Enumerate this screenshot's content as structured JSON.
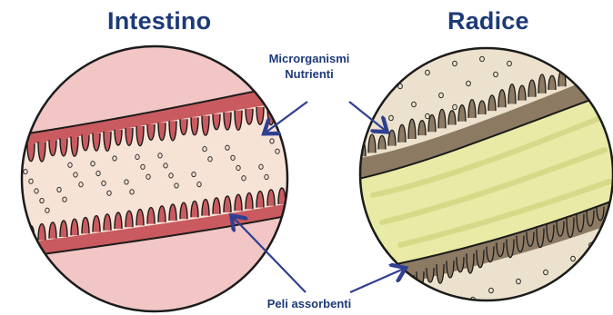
{
  "titles": {
    "left": "Intestino",
    "right": "Radice"
  },
  "labels": {
    "microrganismi": "Microrganismi",
    "nutrienti": "Nutrienti",
    "peli": "Peli assorbenti"
  },
  "colors": {
    "title": "#1d3a78",
    "arrow": "#2f3f92",
    "intestine_outer": "#f1c6c4",
    "intestine_band": "#c95a5f",
    "intestine_lumen": "#f7e2d6",
    "root_outer": "#ece1cc",
    "root_band": "#8c7a63",
    "root_core": "#e8eaa5"
  }
}
